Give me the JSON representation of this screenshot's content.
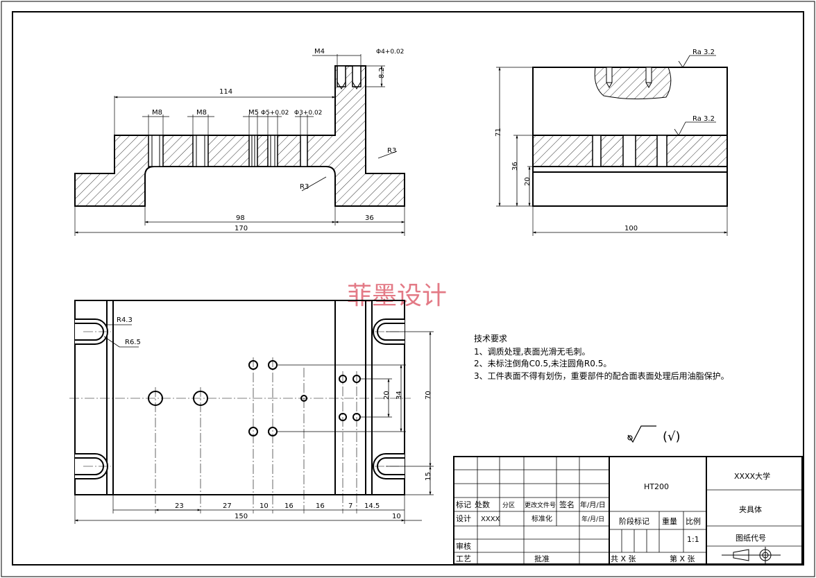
{
  "watermark": "菲墨设计",
  "views": {
    "front": {
      "dims": [
        "114",
        "98",
        "170",
        "36",
        "M8",
        "M8",
        "M5",
        "Φ5+0.02",
        "Φ3+0.02",
        "M4",
        "Φ4+0.02",
        "8.2",
        "R3",
        "R3"
      ]
    },
    "side": {
      "dims": [
        "71",
        "36",
        "20",
        "100",
        "Ra 3.2",
        "Ra 3.2"
      ]
    },
    "top": {
      "dims": [
        "R4.3",
        "R6.5",
        "23",
        "27",
        "10",
        "16",
        "16",
        "7",
        "14.5",
        "150",
        "10",
        "20",
        "34",
        "70",
        "15"
      ]
    }
  },
  "tech_requirements": {
    "title": "技术要求",
    "items": [
      "1、调质处理,表面光滑无毛刺。",
      "2、未标注倒角C0.5,未注圆角R0.5。",
      "3、工件表面不得有划伤，重要部件的配合面表面处理后用油脂保护。"
    ]
  },
  "roughness_note": "(√)",
  "title_block": {
    "material": "HT200",
    "university": "XXXX大学",
    "part_name": "夹具体",
    "drawing_no": "图纸代号",
    "labels": {
      "mark": "标记",
      "count": "处数",
      "zone": "分区",
      "change_doc": "更改文件号",
      "sign": "签名",
      "date_ymd": "年/月/日",
      "design": "设计",
      "designer": "XXXX",
      "standard": "标准化",
      "date2": "年/月/日",
      "stage_mark": "阶段标记",
      "weight": "重量",
      "scale_label": "比例",
      "scale": "1:1",
      "review": "审核",
      "process": "工艺",
      "approve": "批准",
      "total_sheets": "共 X 张",
      "sheet_no": "第 X 张"
    }
  }
}
